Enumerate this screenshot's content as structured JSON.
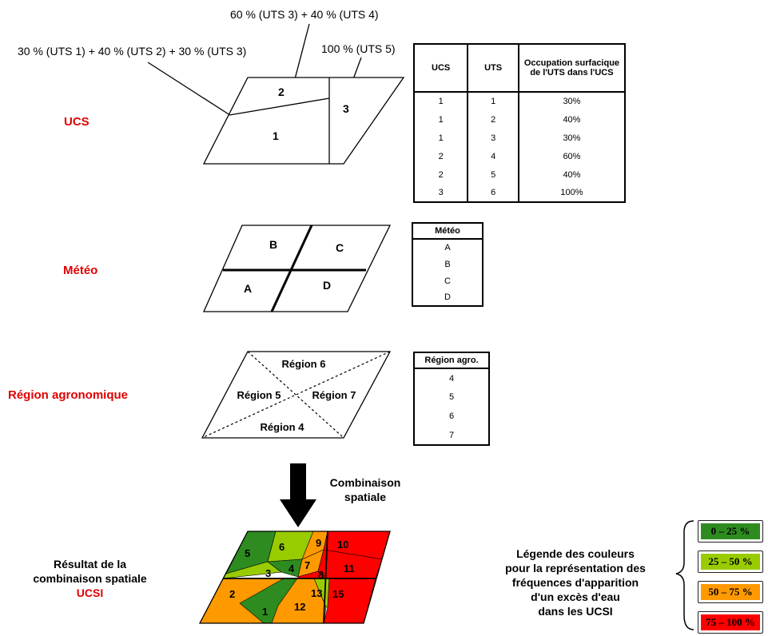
{
  "annotations": {
    "top_center": "60 % (UTS 3) + 40 % (UTS 4)",
    "top_left": "30 % (UTS 1) + 40 % (UTS 2) + 30 % (UTS 3)",
    "top_right": "100 % (UTS 5)"
  },
  "section_labels": {
    "ucs": "UCS",
    "meteo": "Météo",
    "region": "Région agronomique",
    "result_line1": "Résultat de la",
    "result_line2": "combinaison spatiale",
    "result_line3": "UCSI"
  },
  "ucs_map": {
    "zones": [
      "1",
      "2",
      "3"
    ]
  },
  "ucs_table": {
    "headers": [
      "UCS",
      "UTS",
      "Occupation surfacique de l'UTS dans l'UCS"
    ],
    "rows": [
      [
        "1",
        "1",
        "30%"
      ],
      [
        "1",
        "2",
        "40%"
      ],
      [
        "1",
        "3",
        "30%"
      ],
      [
        "2",
        "4",
        "60%"
      ],
      [
        "2",
        "5",
        "40%"
      ],
      [
        "3",
        "6",
        "100%"
      ]
    ]
  },
  "meteo_map": {
    "zones": [
      "B",
      "C",
      "A",
      "D"
    ]
  },
  "meteo_table": {
    "header": "Météo",
    "rows": [
      "A",
      "B",
      "C",
      "D"
    ]
  },
  "region_map": {
    "zones": [
      "Région 6",
      "Région 5",
      "Région 7",
      "Région 4"
    ]
  },
  "region_table": {
    "header": "Région agro.",
    "rows": [
      "4",
      "5",
      "6",
      "7"
    ]
  },
  "combination": {
    "line1": "Combinaison",
    "line2": "spatiale"
  },
  "ucsi_map": {
    "colors": {
      "green": "#2e8b20",
      "lightgreen": "#99cc00",
      "orange": "#ff9900",
      "red": "#ff0000"
    },
    "zones": [
      "1",
      "2",
      "3",
      "4",
      "5",
      "6",
      "7",
      "8",
      "9",
      "10",
      "11",
      "12",
      "13",
      "15"
    ]
  },
  "legend": {
    "title_lines": [
      "Légende des couleurs",
      "pour la représentation des",
      "fréquences d'apparition",
      "d'un excès d'eau",
      "dans les UCSI"
    ],
    "items": [
      {
        "label": "0 – 25 %",
        "color": "#2e8b20"
      },
      {
        "label": "25 – 50 %",
        "color": "#99cc00"
      },
      {
        "label": "50 – 75 %",
        "color": "#ff9900"
      },
      {
        "label": "75 – 100 %",
        "color": "#ff0000"
      }
    ]
  }
}
